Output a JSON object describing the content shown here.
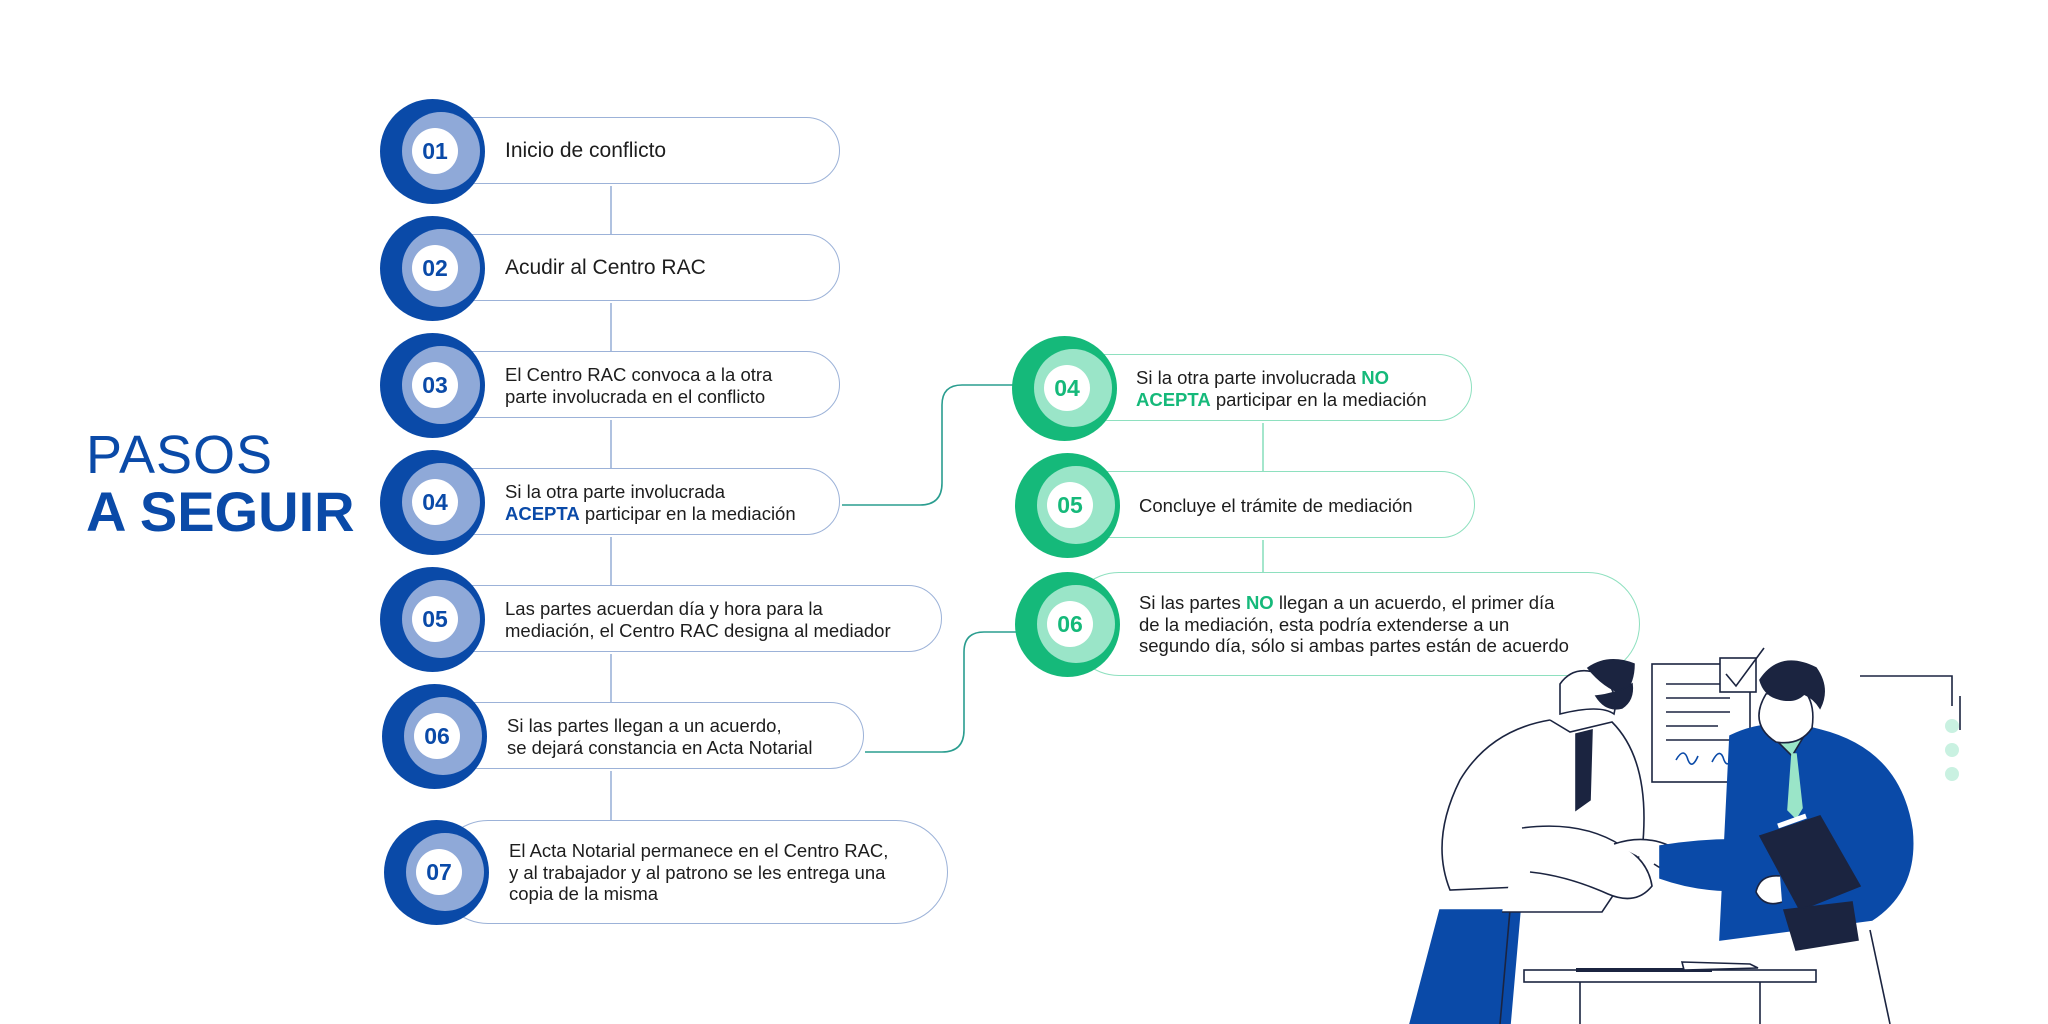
{
  "title": {
    "line1": "PASOS",
    "line2": "A SEGUIR"
  },
  "colors": {
    "blue": "#0a4aa8",
    "blue_light": "#8fa9d8",
    "green": "#15b97a",
    "green_light": "#9ae5c8"
  },
  "left_steps": [
    {
      "num": "01",
      "lines": [
        "Inicio de conflicto"
      ]
    },
    {
      "num": "02",
      "lines": [
        "Acudir al Centro RAC"
      ]
    },
    {
      "num": "03",
      "lines": [
        "El Centro RAC convoca a la otra",
        "parte involucrada en el conflicto"
      ]
    },
    {
      "num": "04",
      "pre": "Si la otra parte involucrada",
      "kw": "ACEPTA",
      "post": " participar en la mediación"
    },
    {
      "num": "05",
      "lines": [
        "Las partes acuerdan día y hora para la",
        "mediación, el Centro RAC designa al mediador"
      ]
    },
    {
      "num": "06",
      "lines": [
        "Si las partes llegan a un acuerdo,",
        "se dejará constancia en Acta Notarial"
      ]
    },
    {
      "num": "07",
      "lines": [
        "El Acta Notarial permanece en el Centro RAC,",
        "y al trabajador y al patrono se les entrega una",
        "copia de la misma"
      ]
    }
  ],
  "right_steps": [
    {
      "num": "04",
      "pre": "Si la otra parte involucrada ",
      "kw": "NO ACEPTA",
      "post": " participar en la mediación"
    },
    {
      "num": "05",
      "lines": [
        "Concluye el trámite de mediación"
      ]
    },
    {
      "num": "06",
      "pre": "Si las partes ",
      "kw": "NO",
      "post": " llegan a un acuerdo, el primer día",
      "lines": [
        "de la mediación, esta podría extenderse a un",
        "segundo día, sólo si ambas partes están de acuerdo"
      ]
    }
  ]
}
